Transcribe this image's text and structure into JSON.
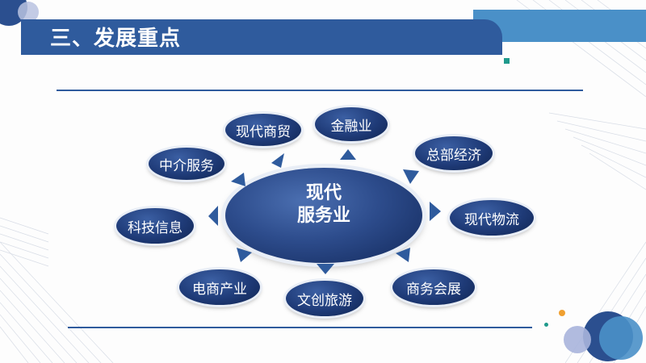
{
  "title": "三、发展重点",
  "center": {
    "line1": "现代",
    "line2": "服务业"
  },
  "nodes": [
    {
      "id": "finance",
      "label": "金融业"
    },
    {
      "id": "trade",
      "label": "现代商贸"
    },
    {
      "id": "hq",
      "label": "总部经济"
    },
    {
      "id": "agency",
      "label": "中介服务"
    },
    {
      "id": "logistics",
      "label": "现代物流"
    },
    {
      "id": "tech",
      "label": "科技信息"
    },
    {
      "id": "ecommerce",
      "label": "电商产业"
    },
    {
      "id": "tourism",
      "label": "文创旅游"
    },
    {
      "id": "exhibition",
      "label": "商务会展"
    }
  ],
  "colors": {
    "banner": "#2f5b9d",
    "banner_light": "#4a90c8",
    "node": "#1f3b78",
    "accent": "#2f5b9d"
  }
}
